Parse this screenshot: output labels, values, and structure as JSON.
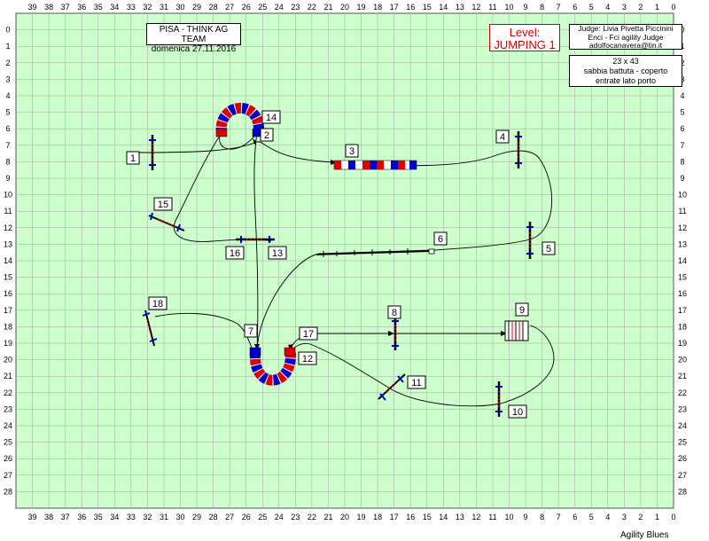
{
  "course": {
    "club_line": "PISA - THINK AG TEAM",
    "date_line": "domenica 27.11.2016",
    "level_label": "Level:",
    "level_value": "JUMPING 1",
    "judge_lines": [
      "Judge: Livia Pivetta Piccinini",
      "Enci - Fci agility Judge",
      "adolfocanavera@tin.it"
    ],
    "size": "23 x 43",
    "ground": "sabbia battuta - coperto",
    "entrance": "entrate lato porto",
    "footer": "Agility Blues"
  },
  "grid": {
    "columns": [
      "39",
      "38",
      "37",
      "36",
      "35",
      "34",
      "33",
      "32",
      "31",
      "30",
      "29",
      "28",
      "27",
      "26",
      "25",
      "24",
      "23",
      "22",
      "21",
      "20",
      "19",
      "18",
      "17",
      "16",
      "15",
      "14",
      "13",
      "12",
      "11",
      "10",
      "9",
      "8",
      "7",
      "6",
      "5",
      "4",
      "3",
      "2",
      "1",
      "0"
    ],
    "rows": [
      "0",
      "1",
      "2",
      "3",
      "4",
      "5",
      "6",
      "7",
      "8",
      "9",
      "10",
      "11",
      "12",
      "13",
      "14",
      "15",
      "16",
      "17",
      "18",
      "19",
      "20",
      "21",
      "22",
      "23",
      "24",
      "25",
      "26",
      "27",
      "28"
    ],
    "background": "#ccffcc",
    "line_color": "#a6a6a6"
  },
  "obstacles": [
    {
      "num": "1",
      "type": "hurdle"
    },
    {
      "num": "2",
      "type": "tunnel-end"
    },
    {
      "num": "3",
      "type": "tunnel"
    },
    {
      "num": "4",
      "type": "hurdle"
    },
    {
      "num": "5",
      "type": "hurdle"
    },
    {
      "num": "6",
      "type": "dogwalk"
    },
    {
      "num": "7",
      "type": "tunnel-end"
    },
    {
      "num": "8",
      "type": "hurdle"
    },
    {
      "num": "9",
      "type": "weave"
    },
    {
      "num": "10",
      "type": "hurdle"
    },
    {
      "num": "11",
      "type": "hurdle"
    },
    {
      "num": "12",
      "type": "tunnel-end"
    },
    {
      "num": "13",
      "type": "hurdle"
    },
    {
      "num": "14",
      "type": "tunnel-end"
    },
    {
      "num": "15",
      "type": "hurdle"
    },
    {
      "num": "16",
      "type": "hurdle"
    },
    {
      "num": "17",
      "type": "hurdle"
    },
    {
      "num": "18",
      "type": "hurdle"
    }
  ],
  "colors": {
    "tunnel_red": "#e00000",
    "tunnel_blue": "#0000cc",
    "label_red": "#d00000"
  }
}
